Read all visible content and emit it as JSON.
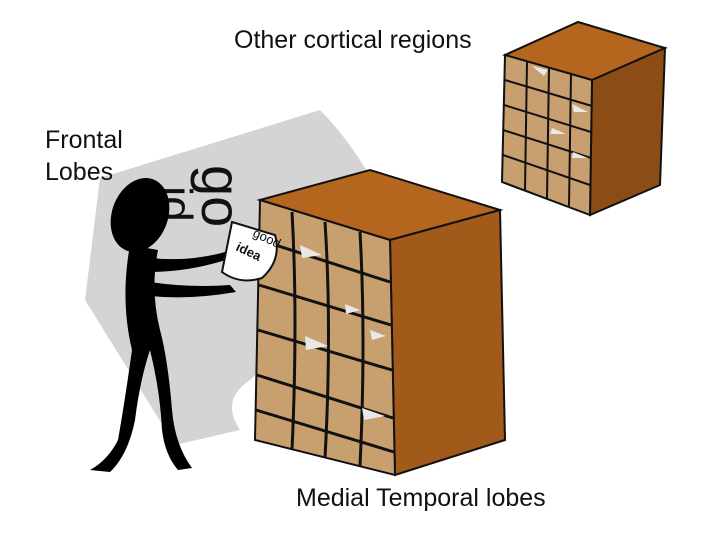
{
  "labels": {
    "other_cortical": "Other cortical regions",
    "frontal_line1": "Frontal",
    "frontal_line2": "Lobes",
    "medial_temporal": "Medial Temporal lobes"
  },
  "paper_text": {
    "big_go": "go",
    "big_id": "id",
    "small_good": "good",
    "small_idea": "idea"
  },
  "colors": {
    "cabinet_wood": "#b5661e",
    "cabinet_dark": "#6b3a10",
    "cubby_inside": "#c8a070",
    "paper": "#d4d4d4",
    "figure": "#000000"
  },
  "icons": [
    "stick-figure-icon",
    "paper-sheet-icon",
    "filing-cabinet-icon"
  ]
}
